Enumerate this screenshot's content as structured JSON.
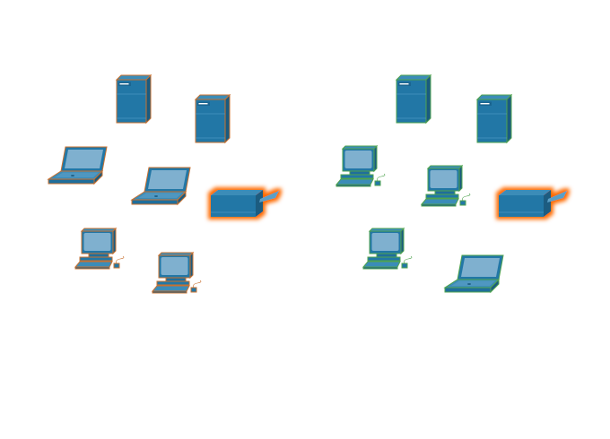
{
  "colors": {
    "device_front": "#2277a6",
    "device_side": "#1a5b80",
    "device_top": "#3b8cb8",
    "screen": "#7fb0cf",
    "outline_left_group": "#c8702f",
    "outline_right_group": "#4fa34f",
    "printer_glow": "#ff6a00",
    "background": "#ffffff"
  },
  "groups": [
    {
      "name": "left-network",
      "devices": [
        "server",
        "server",
        "laptop",
        "laptop",
        "printer",
        "pc",
        "pc"
      ]
    },
    {
      "name": "right-network",
      "devices": [
        "server",
        "server",
        "pc",
        "pc",
        "printer",
        "pc",
        "laptop"
      ]
    }
  ]
}
